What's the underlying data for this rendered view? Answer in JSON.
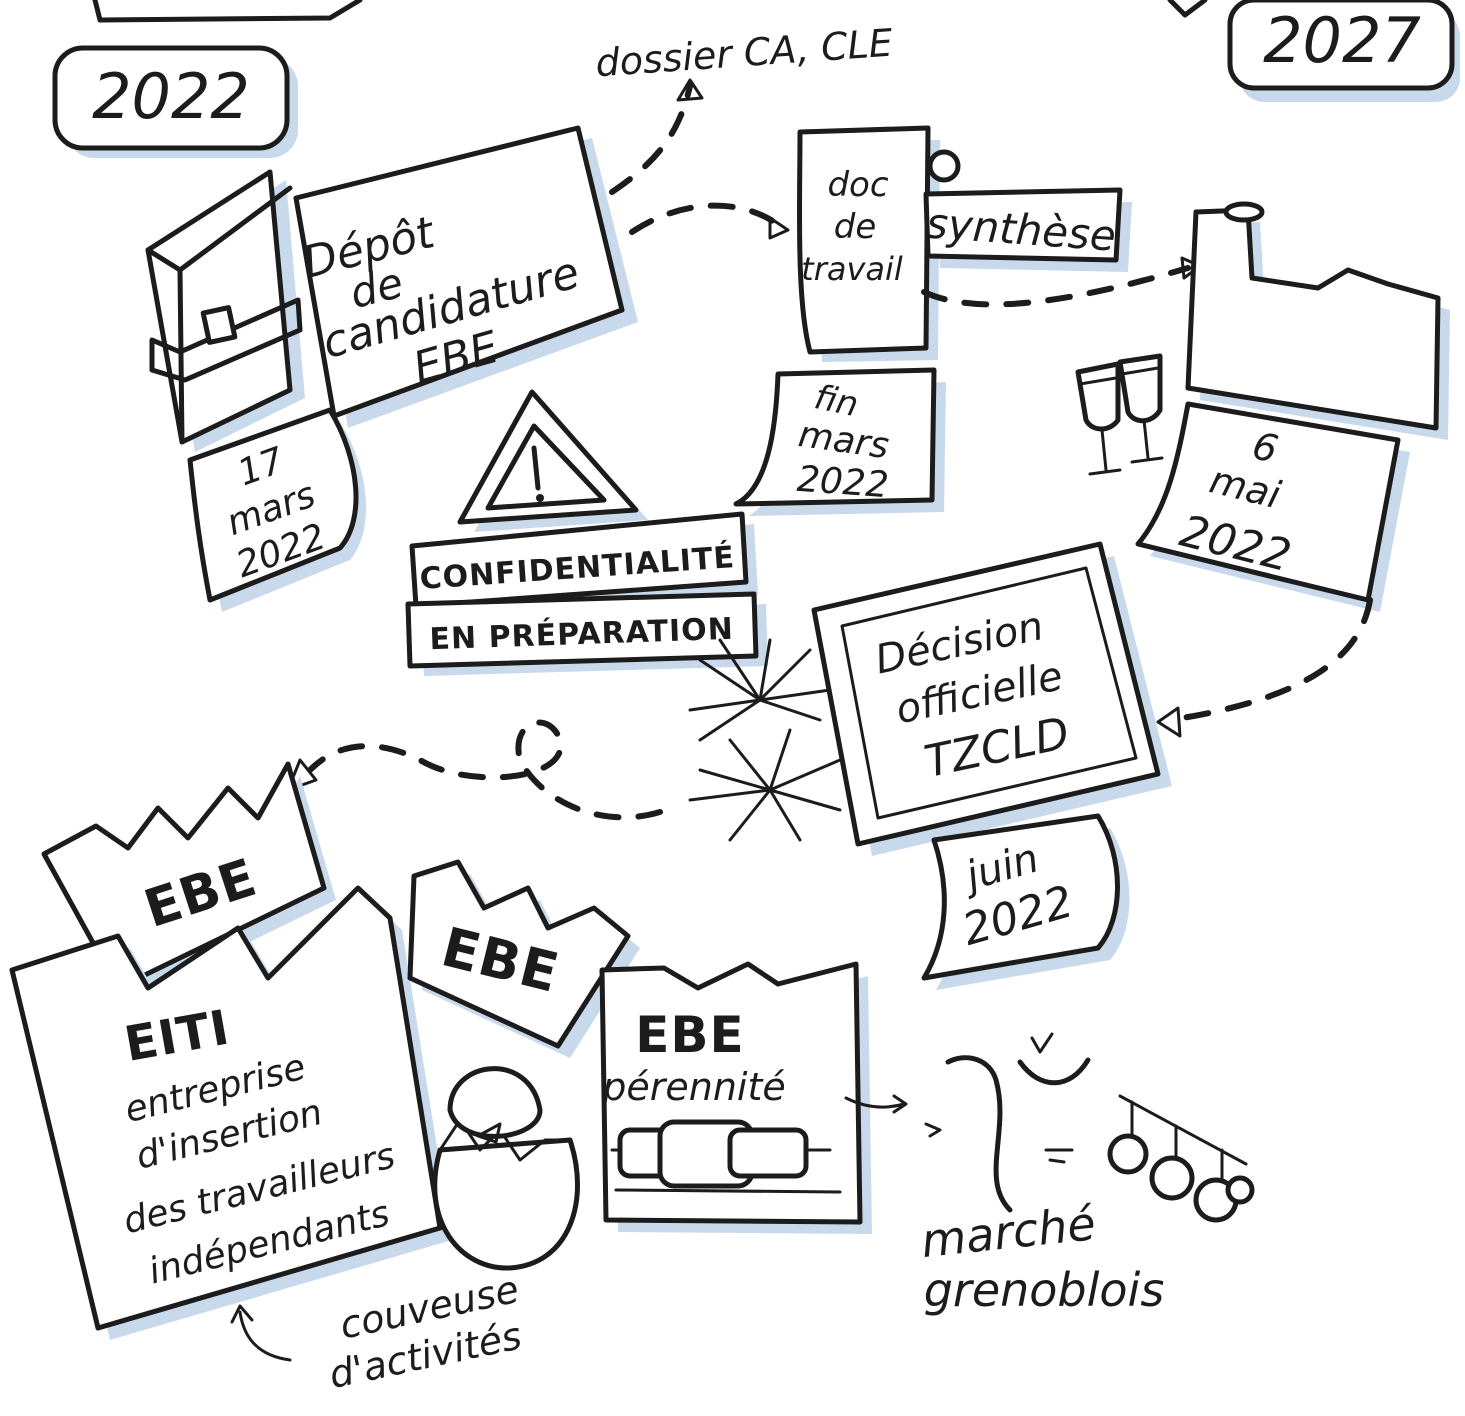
{
  "timeline": {
    "year_start": "2022",
    "year_end": "2027"
  },
  "steps": {
    "depot": {
      "line1": "Dépôt",
      "line2": "de",
      "line3": "candidature",
      "line4": "EBE",
      "date_line1": "17",
      "date_line2": "mars",
      "date_line3": "2022"
    },
    "dossier": "dossier CA, CLE",
    "doc_travail": {
      "line1": "doc",
      "line2": "de",
      "line3": "travail",
      "date_line1": "fin",
      "date_line2": "mars",
      "date_line3": "2022"
    },
    "synthese": "synthèse",
    "confidentialite": "CONFIDENTIALITÉ",
    "preparation": "EN PRÉPARATION",
    "mai": {
      "date_line1": "6",
      "date_line2": "mai",
      "date_line3": "2022"
    },
    "decision": {
      "line1": "Décision",
      "line2": "officielle",
      "line3": "TZCLD",
      "date_line1": "juin",
      "date_line2": "2022"
    }
  },
  "factories": {
    "ebe_left": "EBE",
    "eiti": {
      "title": "EITI",
      "line1": "entreprise",
      "line2": "d'insertion",
      "line3": "des travailleurs",
      "line4": "indépendants"
    },
    "couveuse": {
      "line1": "couveuse",
      "line2": "d'activités"
    },
    "ebe_middle": "EBE",
    "ebe_perennite": {
      "title": "EBE",
      "subtitle": "pérennité"
    }
  },
  "marche": {
    "line1": "marché",
    "line2": "grenoblois"
  },
  "colors": {
    "ink": "#1c1c1c",
    "shadow": "#c9d9ec",
    "paper": "#ffffff"
  },
  "icons": [
    "folder-icon",
    "warning-icon",
    "scroll-icon",
    "factory-icon",
    "champagne-glasses-icon",
    "fireworks-icon",
    "egg-chick-icon",
    "chain-icon",
    "dove-icon",
    "hanging-balls-icon"
  ]
}
